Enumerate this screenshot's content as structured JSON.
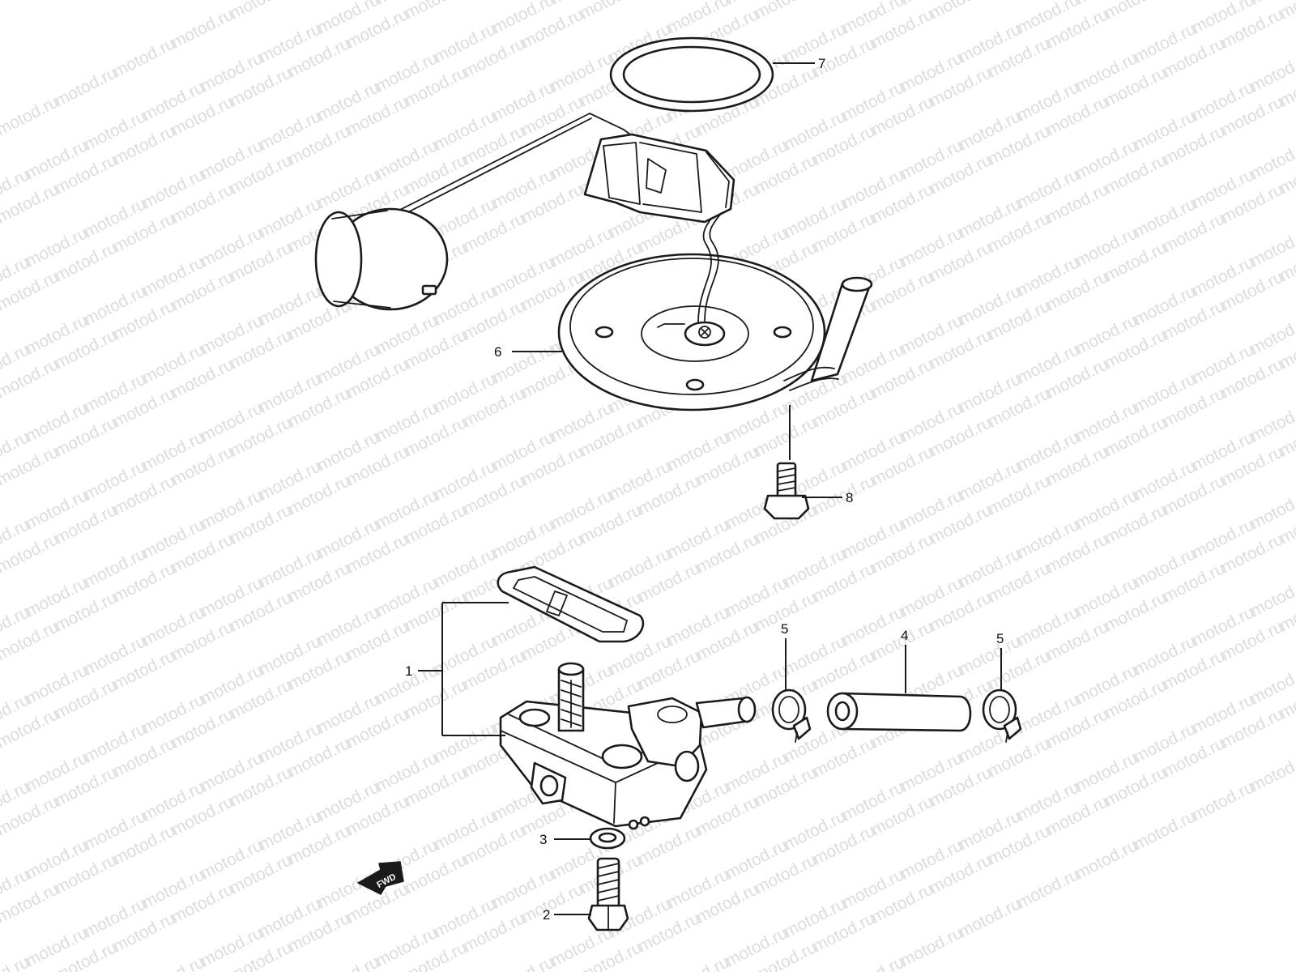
{
  "watermark_text": "motod.ru",
  "callouts": {
    "c1": "1",
    "c2": "2",
    "c3": "3",
    "c4": "4",
    "c5a": "5",
    "c5b": "5",
    "c6": "6",
    "c7": "7",
    "c8": "8"
  },
  "fwd_label": "FWD",
  "colors": {
    "line": "#1a1a1a",
    "watermark": "#dcdcdc",
    "background": "#ffffff"
  }
}
